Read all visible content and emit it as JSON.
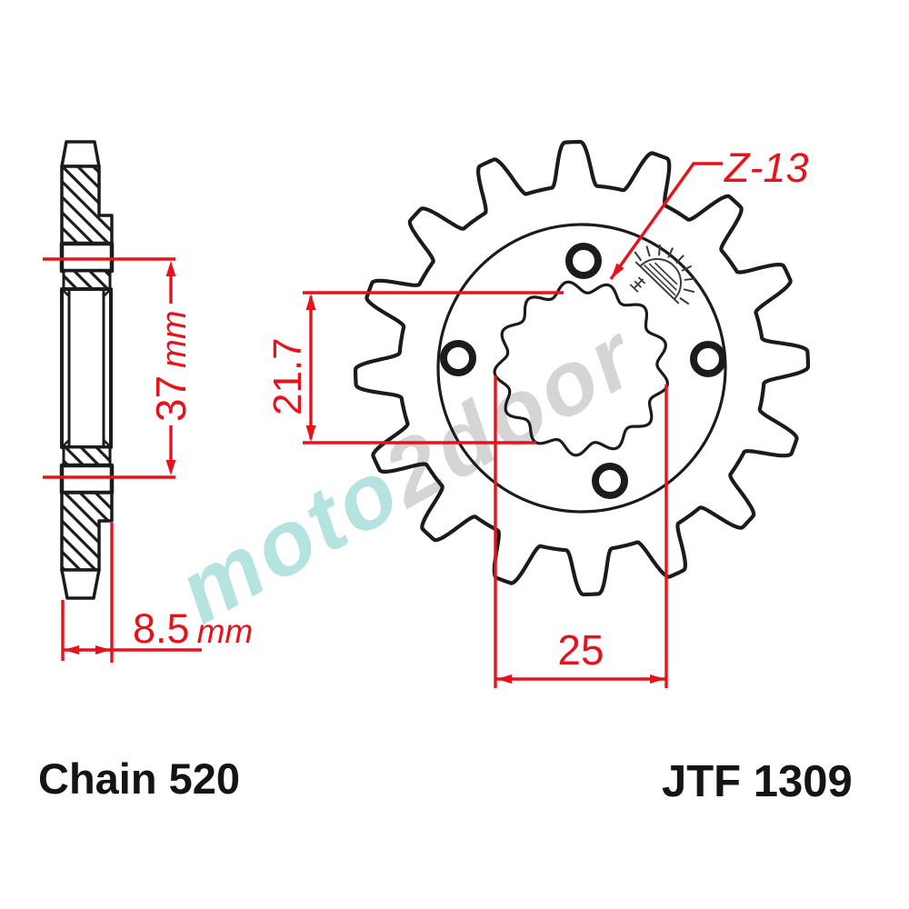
{
  "drawing": {
    "chain_label": "Chain 520",
    "part_number": "JTF 1309",
    "teeth_label": "Z-13"
  },
  "dimensions": {
    "hub_length_value": "37",
    "hub_length_unit": "mm",
    "width_value": "8.5",
    "width_unit": "mm",
    "spline_minor_value": "21.7",
    "spline_major_value": "25"
  },
  "watermark": {
    "part1": "moto",
    "part2": "2door",
    "color1": "#b5e3e0",
    "color2": "#d5d5d5"
  },
  "colors": {
    "dimension_red": "#e8121a",
    "line_black": "#1b1b1b",
    "logo_gray": "#3a3a3a"
  }
}
